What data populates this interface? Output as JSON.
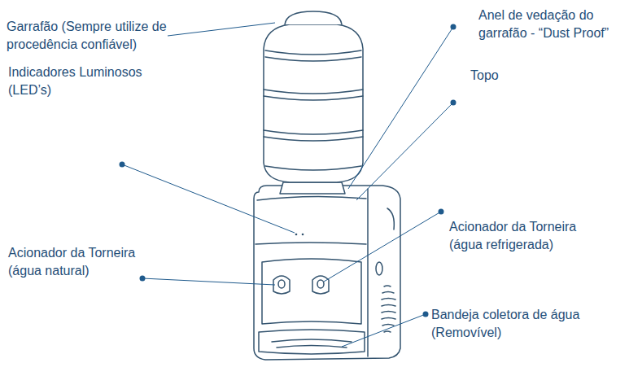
{
  "diagram": {
    "labels": [
      "Garrafão (Sempre utilize de procedência confiável)",
      "Anel de vedação do garrafão - “Dust Proof”",
      "Topo",
      "Indicadores Luminosos (LED’s)",
      "Acionador da Torneira (água refrigerada)",
      "Acionador da Torneira (água natural)",
      "Bandeja coletora de água (Removível)"
    ]
  }
}
